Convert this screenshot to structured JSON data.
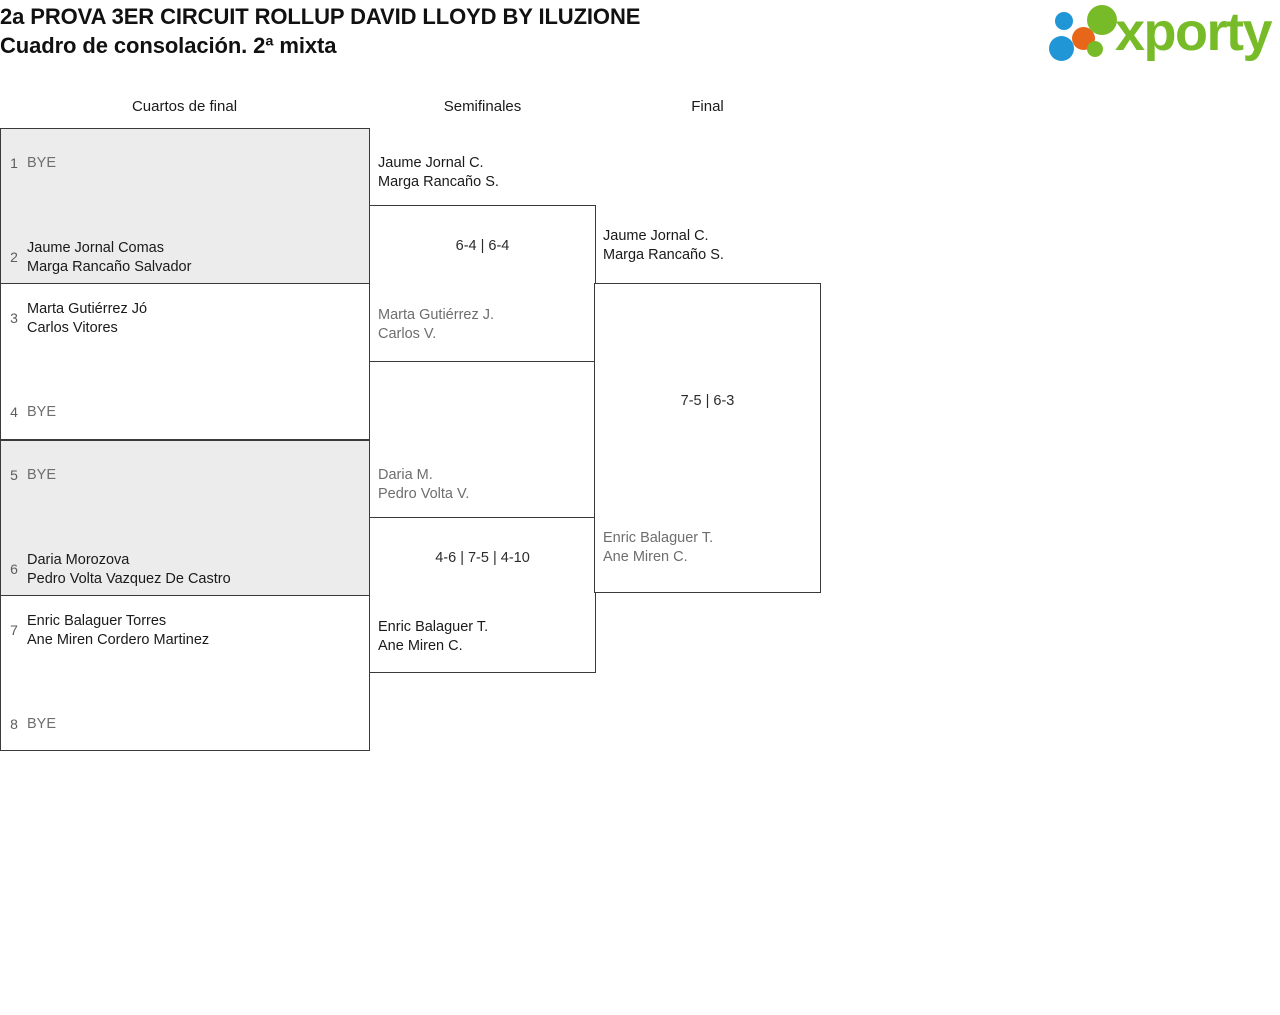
{
  "header": {
    "title_line1": "2a PROVA 3ER CIRCUIT ROLLUP DAVID LLOYD BY ILUZIONE",
    "title_line2": "Cuadro de consolación. 2ª mixta",
    "logo_text": "xporty",
    "logo_colors": {
      "green": "#77bc28",
      "blue": "#2196d6",
      "orange": "#e8661a"
    }
  },
  "rounds": {
    "quarterfinals_label": "Cuartos de final",
    "semifinals_label": "Semifinales",
    "final_label": "Final"
  },
  "bracket": {
    "quarterfinals": [
      {
        "shaded": true,
        "top": {
          "seed": "1",
          "lines": [
            "BYE"
          ],
          "bye": true
        },
        "bottom": {
          "seed": "2",
          "lines": [
            "Jaume Jornal Comas",
            "Marga Rancaño Salvador"
          ],
          "bye": false
        }
      },
      {
        "shaded": false,
        "top": {
          "seed": "3",
          "lines": [
            "Marta Gutiérrez Jó",
            "Carlos Vitores"
          ],
          "bye": false
        },
        "bottom": {
          "seed": "4",
          "lines": [
            "BYE"
          ],
          "bye": true
        }
      },
      {
        "shaded": true,
        "top": {
          "seed": "5",
          "lines": [
            "BYE"
          ],
          "bye": true
        },
        "bottom": {
          "seed": "6",
          "lines": [
            "Daria Morozova",
            "Pedro Volta Vazquez De Castro"
          ],
          "bye": false
        }
      },
      {
        "shaded": false,
        "top": {
          "seed": "7",
          "lines": [
            "Enric Balaguer Torres",
            "Ane Miren Cordero Martinez"
          ],
          "bye": false
        },
        "bottom": {
          "seed": "8",
          "lines": [
            "BYE"
          ],
          "bye": true
        }
      }
    ],
    "semifinals": [
      {
        "top": {
          "line1": "Jaume Jornal C.",
          "line2": "Marga Rancaño S.",
          "winner": true
        },
        "score": "6-4 | 6-4",
        "bottom": {
          "line1": "Marta Gutiérrez J.",
          "line2": "Carlos V.",
          "winner": false
        }
      },
      {
        "top": {
          "line1": "Daria M.",
          "line2": "Pedro Volta V.",
          "winner": false
        },
        "score": "4-6 | 7-5 | 4-10",
        "bottom": {
          "line1": "Enric Balaguer T.",
          "line2": "Ane Miren C.",
          "winner": true
        }
      }
    ],
    "final": {
      "top": {
        "line1": "Jaume Jornal C.",
        "line2": "Marga Rancaño S.",
        "winner": true
      },
      "score": "7-5 | 6-3",
      "bottom": {
        "line1": "Enric Balaguer T.",
        "line2": "Ane Miren C.",
        "winner": false
      }
    }
  }
}
